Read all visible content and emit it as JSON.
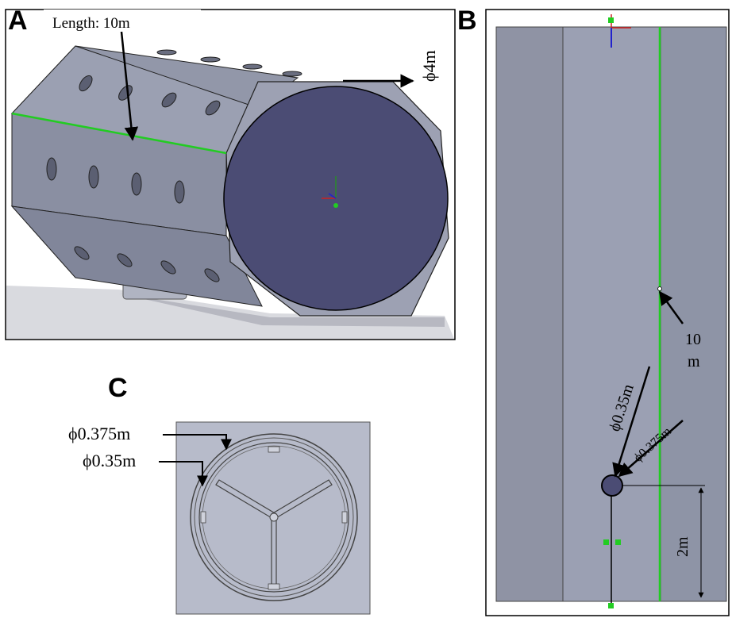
{
  "panels": {
    "a": {
      "letter": "A",
      "length_label": "Length: 10m",
      "diameter_label": "ϕ4m"
    },
    "b": {
      "letter": "B",
      "length_label_line1": "10",
      "length_label_line2": "m",
      "inner_diameter_label": "ϕ0.35m",
      "outer_diameter_label": "ϕ0.375m",
      "offset_label": "2m"
    },
    "c": {
      "letter": "C",
      "outer_diameter_label": "ϕ0.375m",
      "inner_diameter_label": "ϕ0.35m"
    }
  },
  "colors": {
    "body_face": "#8e94a6",
    "end_face": "#4b4c74",
    "plate": "#b7bbca",
    "highlight_line": "#22cc22"
  }
}
